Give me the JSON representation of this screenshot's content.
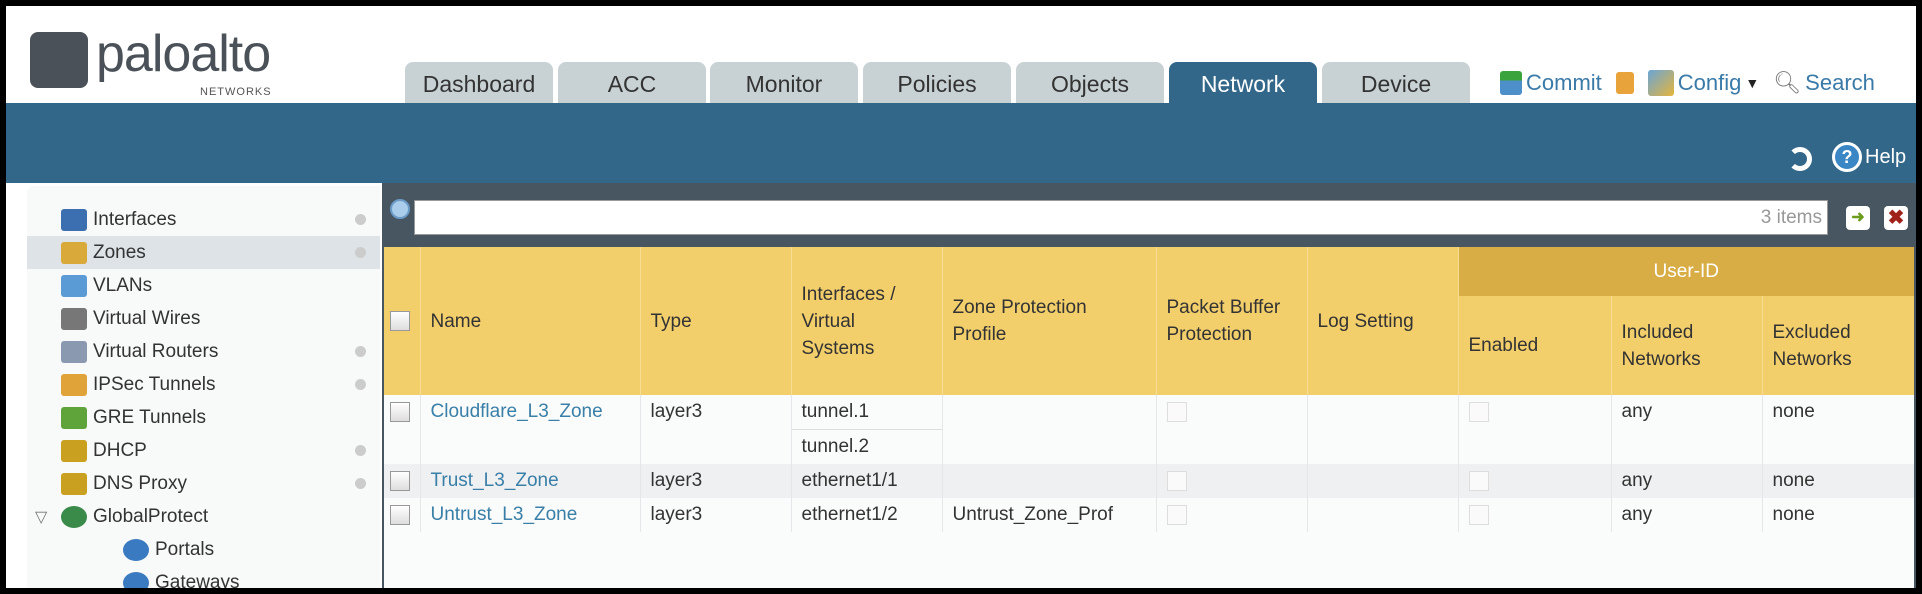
{
  "brand": {
    "name": "paloalto",
    "sub": "NETWORKS"
  },
  "tabs": [
    {
      "label": "Dashboard"
    },
    {
      "label": "ACC"
    },
    {
      "label": "Monitor"
    },
    {
      "label": "Policies"
    },
    {
      "label": "Objects"
    },
    {
      "label": "Network",
      "active": true
    },
    {
      "label": "Device"
    }
  ],
  "toolbar": {
    "commit": "Commit",
    "config": "Config",
    "search": "Search",
    "help": "Help"
  },
  "sidebar": {
    "items": [
      {
        "label": "Interfaces",
        "icon": "interfaces-icon"
      },
      {
        "label": "Zones",
        "icon": "zones-icon",
        "selected": true
      },
      {
        "label": "VLANs",
        "icon": "vlans-icon"
      },
      {
        "label": "Virtual Wires",
        "icon": "virtual-wires-icon"
      },
      {
        "label": "Virtual Routers",
        "icon": "virtual-routers-icon"
      },
      {
        "label": "IPSec Tunnels",
        "icon": "ipsec-tunnels-icon"
      },
      {
        "label": "GRE Tunnels",
        "icon": "gre-tunnels-icon"
      },
      {
        "label": "DHCP",
        "icon": "dhcp-icon"
      },
      {
        "label": "DNS Proxy",
        "icon": "dns-proxy-icon"
      },
      {
        "label": "GlobalProtect",
        "icon": "globalprotect-icon",
        "expanded": true
      },
      {
        "label": "Portals",
        "icon": "portals-icon"
      },
      {
        "label": "Gateways",
        "icon": "gateways-icon"
      }
    ]
  },
  "search": {
    "value": "",
    "count": "3 items"
  },
  "table": {
    "group_header": "User-ID",
    "columns": [
      "Name",
      "Type",
      "Interfaces / Virtual Systems",
      "Zone Protection Profile",
      "Packet Buffer Protection",
      "Log Setting",
      "Enabled",
      "Included Networks",
      "Excluded Networks"
    ],
    "rows": [
      {
        "name": "Cloudflare_L3_Zone",
        "type": "layer3",
        "interfaces": [
          "tunnel.1",
          "tunnel.2"
        ],
        "zone_protection": "",
        "packet_buffer": false,
        "log_setting": "",
        "enabled": false,
        "included": "any",
        "excluded": "none"
      },
      {
        "name": "Trust_L3_Zone",
        "type": "layer3",
        "interfaces": [
          "ethernet1/1"
        ],
        "zone_protection": "",
        "packet_buffer": false,
        "log_setting": "",
        "enabled": false,
        "included": "any",
        "excluded": "none"
      },
      {
        "name": "Untrust_L3_Zone",
        "type": "layer3",
        "interfaces": [
          "ethernet1/2"
        ],
        "zone_protection": "Untrust_Zone_Prof",
        "packet_buffer": false,
        "log_setting": "",
        "enabled": false,
        "included": "any",
        "excluded": "none"
      }
    ]
  },
  "colors": {
    "brand_blue": "#32678a",
    "header_yellow": "#f3cf6c",
    "group_yellow": "#d8ad45",
    "link": "#3a7fa8"
  }
}
